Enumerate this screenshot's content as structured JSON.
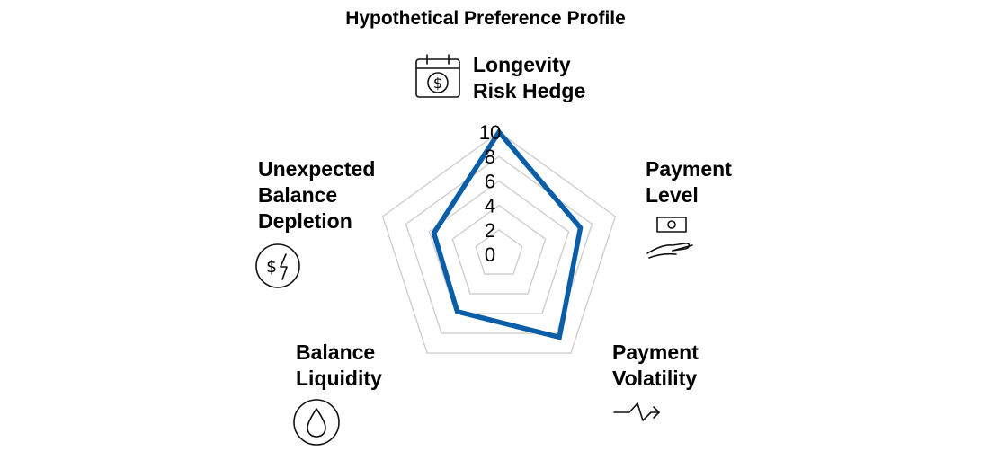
{
  "chart_data": {
    "type": "radar",
    "title": "Hypothetical Preference Profile",
    "axes": [
      {
        "lines": [
          "Longevity",
          "Risk Hedge"
        ],
        "icon": "calendar-dollar-icon"
      },
      {
        "lines": [
          "Payment",
          "Level"
        ],
        "icon": "hand-holding-cash-icon"
      },
      {
        "lines": [
          "Payment",
          "Volatility"
        ],
        "icon": "zigzag-arrow-icon"
      },
      {
        "lines": [
          "Balance",
          "Liquidity"
        ],
        "icon": "water-drop-icon"
      },
      {
        "lines": [
          "Unexpected",
          "Balance",
          "Depletion"
        ],
        "icon": "dollar-lightning-icon"
      }
    ],
    "ticks": [
      "0",
      "2",
      "4",
      "6",
      "8",
      "10"
    ],
    "rlim": [
      0,
      10
    ],
    "grid": true,
    "series": [
      {
        "values": [
          10,
          7,
          8.4,
          5.8,
          5.6
        ],
        "color": "#0a5ea8"
      }
    ]
  }
}
